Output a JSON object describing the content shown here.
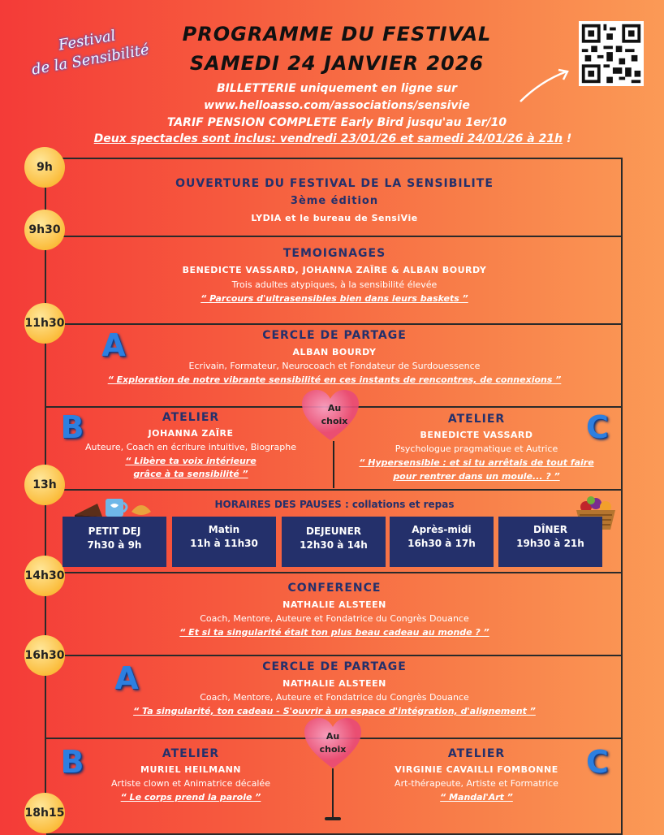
{
  "header": {
    "festival_line1": "Festival",
    "festival_line2": "de la Sensibilité",
    "title1": "PROGRAMME DU FESTIVAL",
    "title2": "SAMEDI 24 JANVIER 2026",
    "billetterie": "BILLETTERIE uniquement en ligne sur",
    "url": "www.helloasso.com/associations/sensivie",
    "tarif": "TARIF PENSION COMPLETE Early Bird jusqu'au 1er/10",
    "spectacles": "Deux spectacles sont inclus: vendredi 23/01/26 et samedi 24/01/26 à 21h",
    "spectacles_end": " !"
  },
  "times": [
    "9h",
    "9h30",
    "11h30",
    "13h",
    "14h30",
    "16h30",
    "18h15"
  ],
  "sections": {
    "ouverture": {
      "title": "OUVERTURE DU FESTIVAL DE LA SENSIBILITE",
      "edition": "3ème édition",
      "by": "LYDIA et le bureau de SensiVie"
    },
    "temoignages": {
      "title": "TEMOIGNAGES",
      "names": "BENEDICTE VASSARD, JOHANNA ZAÏRE & ALBAN BOURDY",
      "desc": "Trois adultes atypiques, à la sensibilité élevée",
      "quote": "“ Parcours d'ultrasensibles bien dans leurs baskets ”"
    },
    "cercle1": {
      "letter": "A",
      "title": "CERCLE DE PARTAGE",
      "name": "ALBAN BOURDY",
      "desc": "Ecrivain, Formateur, Neurocoach et Fondateur de Surdouessence",
      "quote": "“ Exploration de notre vibrante sensibilité en ces instants de rencontres, de connexions ”"
    },
    "atelier1": {
      "choice": [
        "Au",
        "choix"
      ],
      "left": {
        "letter": "B",
        "title": "ATELIER",
        "name": "JOHANNA ZAÏRE",
        "desc": "Auteure, Coach en écriture intuitive, Biographe",
        "quote1": "“ Libère ta voix intérieure",
        "quote2": "grâce à ta sensibilité ”"
      },
      "right": {
        "letter": "C",
        "title": "ATELIER",
        "name": "BENEDICTE VASSARD",
        "desc": "Psychologue pragmatique et Autrice",
        "quote1": "“ Hypersensible : et si tu arrêtais de tout faire",
        "quote2": "pour rentrer dans un moule... ? ”"
      }
    },
    "pauses": {
      "title": "HORAIRES DES PAUSES : collations et repas",
      "items": [
        {
          "label": "PETIT DEJ",
          "time": "7h30 à 9h"
        },
        {
          "label": "Matin",
          "time": "11h à 11h30"
        },
        {
          "label": "DEJEUNER",
          "time": "12h30 à 14h"
        },
        {
          "label": "Après-midi",
          "time": "16h30 à 17h"
        },
        {
          "label": "DÎNER",
          "time": "19h30 à 21h"
        }
      ]
    },
    "conference": {
      "title": "CONFERENCE",
      "name": "NATHALIE ALSTEEN",
      "desc": "Coach, Mentore, Auteure et Fondatrice du Congrès Douance",
      "quote": "“ Et si ta singularité était ton plus beau cadeau au monde ? ”"
    },
    "cercle2": {
      "letter": "A",
      "title": "CERCLE DE PARTAGE",
      "name": "NATHALIE ALSTEEN",
      "desc": "Coach, Mentore, Auteure et Fondatrice du Congrès Douance",
      "quote": "“ Ta singularité, ton cadeau - S'ouvrir à un espace d'intégration, d'alignement ”"
    },
    "atelier2": {
      "choice": [
        "Au",
        "choix"
      ],
      "left": {
        "letter": "B",
        "title": "ATELIER",
        "name": "MURIEL HEILMANN",
        "desc": "Artiste clown et Animatrice décalée",
        "quote": "“ Le corps prend la parole ”"
      },
      "right": {
        "letter": "C",
        "title": "ATELIER",
        "name": "VIRGINIE CAVAILLI FOMBONNE",
        "desc": "Art-thérapeute, Artiste et Formatrice",
        "quote": "“ Mandal'Art ”"
      }
    }
  },
  "colors": {
    "navy": "#24306b",
    "gold": "#fbbd3d",
    "line": "#2a2a2a"
  }
}
